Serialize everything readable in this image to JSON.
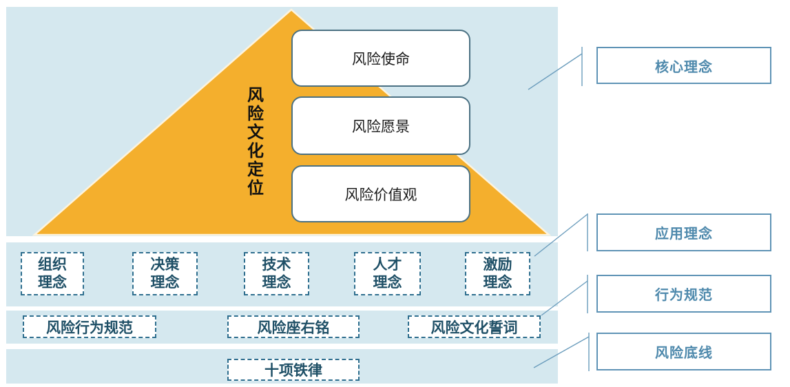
{
  "colors": {
    "band_blue": "#d5e8ef",
    "triangle_orange": "#f4af2d",
    "dashed_border": "#2e6e8e",
    "dashed_text": "#1e4f66",
    "side_label_text": "#4e89ac",
    "side_label_border": "#5e93b5",
    "connector_line": "#6a9cbc"
  },
  "pyramid": {
    "title_vertical": "风险文化定位",
    "levels": [
      {
        "label": "风险使命"
      },
      {
        "label": "风险愿景"
      },
      {
        "label": "风险价值观"
      }
    ]
  },
  "concept_row": {
    "items": [
      {
        "label": "组织\n理念"
      },
      {
        "label": "决策\n理念"
      },
      {
        "label": "技术\n理念"
      },
      {
        "label": "人才\n理念"
      },
      {
        "label": "激励\n理念"
      }
    ]
  },
  "behavior_row": {
    "items": [
      {
        "label": "风险行为规范"
      },
      {
        "label": "风险座右铭"
      },
      {
        "label": "风险文化誓词"
      }
    ]
  },
  "bottom_row": {
    "items": [
      {
        "label": "十项铁律"
      }
    ]
  },
  "side_labels": {
    "items": [
      {
        "label": "核心理念"
      },
      {
        "label": "应用理念"
      },
      {
        "label": "行为规范"
      },
      {
        "label": "风险底线"
      }
    ]
  }
}
